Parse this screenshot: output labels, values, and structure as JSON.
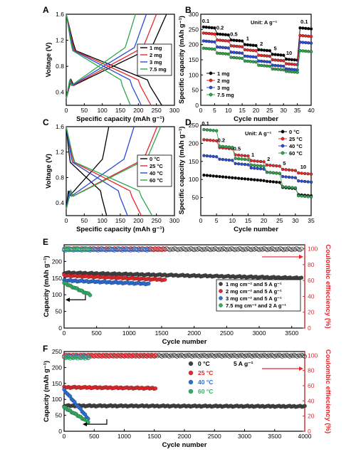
{
  "chart_data": [
    {
      "panel": "A",
      "type": "line",
      "xlabel": "Specific capacity (mAh g⁻¹)",
      "ylabel": "Voltage (V)",
      "xlim": [
        0,
        300
      ],
      "ylim": [
        0.2,
        1.6
      ],
      "xticks": [
        "0",
        "50",
        "100",
        "150",
        "200",
        "250",
        "300"
      ],
      "yticks": [
        "0.4",
        "0.8",
        "1.2",
        "1.6"
      ],
      "legend": "right",
      "series": [
        {
          "name": "1 mg",
          "color": "#000000",
          "charge_end": 278,
          "discharge_end": 265
        },
        {
          "name": "2 mg",
          "color": "#e8262b",
          "charge_end": 250,
          "discharge_end": 235
        },
        {
          "name": "3 mg",
          "color": "#2a4bd7",
          "charge_end": 222,
          "discharge_end": 208
        },
        {
          "name": "7.5 mg",
          "color": "#2ba84a",
          "charge_end": 192,
          "discharge_end": 178
        }
      ]
    },
    {
      "panel": "B",
      "type": "scatter",
      "annotation": "Unit: A g⁻¹",
      "xlabel": "Cycle number",
      "ylabel": "Specific capacity (mAh g⁻¹)",
      "xlim": [
        0,
        40
      ],
      "ylim": [
        0,
        300
      ],
      "xticks": [
        "0",
        "5",
        "10",
        "15",
        "20",
        "25",
        "30",
        "35",
        "40"
      ],
      "yticks": [
        "0",
        "50",
        "100",
        "150",
        "200",
        "250",
        "300"
      ],
      "legend": "bottom-left",
      "rate_labels": [
        "0.1",
        "0.2",
        "0.5",
        "1",
        "2",
        "5",
        "10",
        "0.1"
      ],
      "rate_label_cycles": [
        1.8,
        7,
        12,
        17,
        22,
        27,
        32,
        37.5
      ],
      "series": [
        {
          "name": "1 mg",
          "color": "#000000",
          "values": [
            258,
            235,
            215,
            200,
            183,
            168,
            152,
            255
          ]
        },
        {
          "name": "2 mg",
          "color": "#e8262b",
          "values": [
            238,
            215,
            196,
            183,
            165,
            150,
            137,
            230
          ]
        },
        {
          "name": "3 mg",
          "color": "#2a4bd7",
          "values": [
            212,
            192,
            175,
            162,
            146,
            132,
            120,
            208
          ]
        },
        {
          "name": "7.5 mg",
          "color": "#2ba84a",
          "values": [
            188,
            172,
            158,
            146,
            132,
            120,
            112,
            180
          ]
        }
      ]
    },
    {
      "panel": "C",
      "type": "line",
      "xlabel": "Specific capacity (mAh g⁻¹)",
      "ylabel": "Voltage (V)",
      "xlim": [
        0,
        300
      ],
      "ylim": [
        0.2,
        1.6
      ],
      "xticks": [
        "0",
        "50",
        "100",
        "150",
        "200",
        "250",
        "300"
      ],
      "yticks": [
        "0.4",
        "0.8",
        "1.2",
        "1.6"
      ],
      "legend": "right",
      "series": [
        {
          "name": "0 °C",
          "color": "#000000",
          "charge_end": 118,
          "discharge_end": 112
        },
        {
          "name": "25 °C",
          "color": "#e8262b",
          "charge_end": 252,
          "discharge_end": 208
        },
        {
          "name": "40 °C",
          "color": "#2a4bd7",
          "charge_end": 188,
          "discharge_end": 170
        },
        {
          "name": "60 °C",
          "color": "#2ba84a",
          "charge_end": 262,
          "discharge_end": 238
        }
      ]
    },
    {
      "panel": "D",
      "type": "scatter",
      "annotation": "Unit: A g⁻¹",
      "xlabel": "Cycle number",
      "ylabel": "Specific capacity (mAh g⁻¹)",
      "xlim": [
        0,
        35
      ],
      "ylim": [
        0,
        250
      ],
      "xticks": [
        "0",
        "5",
        "10",
        "15",
        "20",
        "25",
        "30",
        "35"
      ],
      "yticks": [
        "50",
        "100",
        "150",
        "200",
        "250"
      ],
      "legend": "top-right",
      "rate_labels": [
        "0.1",
        "0.2",
        "0.5",
        "1",
        "2",
        "5",
        "10"
      ],
      "rate_label_cycles": [
        1.5,
        6.5,
        11.5,
        16.5,
        21.5,
        26.5,
        32.5
      ],
      "series": [
        {
          "name": "0 °C",
          "color": "#000000",
          "values": [
            112,
            108,
            104,
            100,
            95,
            78,
            58
          ]
        },
        {
          "name": "25 °C",
          "color": "#e8262b",
          "values": [
            210,
            188,
            168,
            152,
            140,
            128,
            118
          ]
        },
        {
          "name": "40 °C",
          "color": "#2a4bd7",
          "values": [
            166,
            156,
            144,
            132,
            120,
            108,
            96
          ]
        },
        {
          "name": "60 °C",
          "color": "#2ba84a",
          "values": [
            238,
            192,
            158,
            140,
            120,
            80,
            55
          ]
        }
      ]
    },
    {
      "panel": "E",
      "type": "scatter",
      "xlabel": "Cycle number",
      "ylabel": "Capacity (mAh g⁻¹)",
      "y2label": "Coulombic effieciency (%)",
      "xlim": [
        0,
        3700
      ],
      "ylim": [
        0,
        250
      ],
      "y2lim": [
        0,
        105
      ],
      "xticks": [
        "0",
        "500",
        "1000",
        "1500",
        "2000",
        "2500",
        "3000",
        "3500"
      ],
      "yticks": [
        "0",
        "50",
        "100",
        "150",
        "200"
      ],
      "y2ticks": [
        "0",
        "20",
        "40",
        "60",
        "80",
        "100"
      ],
      "legend": "right",
      "series": [
        {
          "name": "1 mg cm⁻² and 5 A g⁻¹",
          "color": "#404040",
          "start": 166,
          "end": 150,
          "cycles": 3650,
          "ce": 99.5
        },
        {
          "name": "2 mg cm⁻² and  5 A g⁻¹",
          "color": "#e8262b",
          "start": 158,
          "end": 145,
          "cycles": 1550,
          "ce": 99.5
        },
        {
          "name": "3 mg cm⁻² and 5 A g⁻¹",
          "color": "#2a6fd7",
          "start": 143,
          "end": 133,
          "cycles": 1300,
          "ce": 99
        },
        {
          "name": "7.5 mg cm⁻² and  2 A g⁻¹",
          "color": "#2fb060",
          "start": 135,
          "end": 100,
          "cycles": 400,
          "ce": 99.5
        }
      ]
    },
    {
      "panel": "F",
      "type": "scatter",
      "annotation": "5 A g⁻¹",
      "xlabel": "Cycle number",
      "ylabel": "Capacity (mAh g⁻¹)",
      "y2label": "Coulombic effieciency (%)",
      "xlim": [
        0,
        4000
      ],
      "ylim": [
        0,
        250
      ],
      "y2lim": [
        0,
        105
      ],
      "xticks": [
        "0",
        "500",
        "1000",
        "1500",
        "2000",
        "2500",
        "3000",
        "3500",
        "4000"
      ],
      "yticks": [
        "0",
        "50",
        "100",
        "150",
        "200",
        "250"
      ],
      "y2ticks": [
        "0",
        "20",
        "40",
        "60",
        "80",
        "100"
      ],
      "legend": "top-center",
      "series": [
        {
          "name": "0 °C",
          "color": "#404040",
          "start": 80,
          "end": 78,
          "cycles": 4000,
          "ce": 99.5
        },
        {
          "name": "25 °C",
          "color": "#e8262b",
          "start": 138,
          "end": 135,
          "cycles": 1520,
          "ce": 99.5
        },
        {
          "name": "40 °C",
          "color": "#2a6fd7",
          "start": 130,
          "end": 40,
          "cycles": 400,
          "ce": 98
        },
        {
          "name": "60 °C",
          "color": "#2fb060",
          "start": 75,
          "end": 30,
          "cycles": 400,
          "ce": 97
        }
      ]
    }
  ]
}
